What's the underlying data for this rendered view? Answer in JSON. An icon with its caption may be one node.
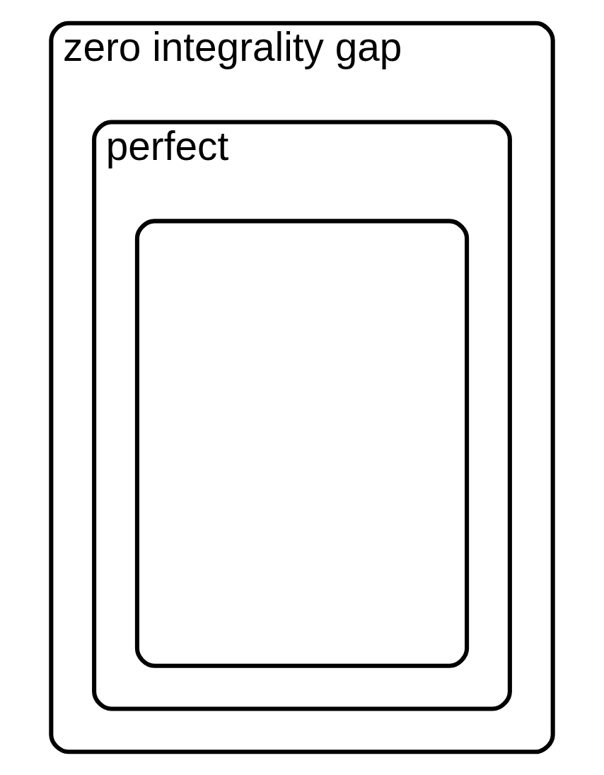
{
  "diagram": {
    "nodes": [
      {
        "text": [
          "zero integrality gap"
        ]
      },
      {
        "text": [
          "perfect"
        ],
        "in": 0
      },
      {
        "text": [],
        "shape": "box",
        "in": 1
      }
    ]
  }
}
